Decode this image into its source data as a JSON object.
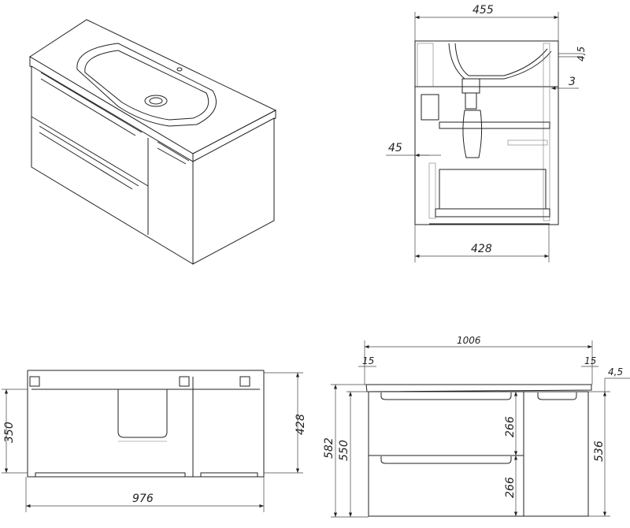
{
  "title": "Vanity unit with washbasin — dimension drawing",
  "side_view": {
    "depth_total": "455",
    "depth_body": "428",
    "top_offset": "4,5",
    "edge_offset": "3",
    "drawer_offset": "45"
  },
  "top_view": {
    "width": "976",
    "inner_height": "350",
    "depth": "428"
  },
  "front_view": {
    "width": "1006",
    "overhang_left": "15",
    "overhang_right": "15",
    "top_thickness": "4,5",
    "total_height": "582",
    "body_height": "550",
    "drawer_upper": "266",
    "drawer_lower": "266",
    "door_height": "536"
  }
}
